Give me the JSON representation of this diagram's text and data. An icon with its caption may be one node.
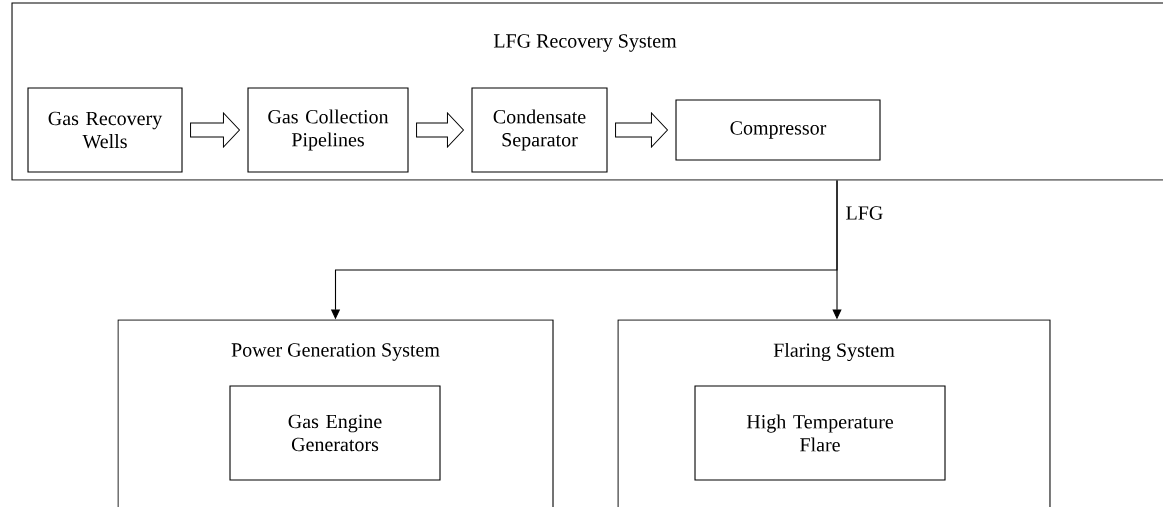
{
  "diagram": {
    "nodes": [
      {
        "text": [
          "LFG Recovery System"
        ]
      },
      {
        "text": [
          "Gas Recovery Wells"
        ],
        "in": 0
      },
      {
        "text": [
          "Gas Collection Pipelines"
        ],
        "in": 0
      },
      {
        "text": [
          "Condensate Separator"
        ],
        "in": 0
      },
      {
        "text": [
          "Compressor"
        ],
        "in": 0
      },
      {
        "text": [
          "Power Generation System"
        ]
      },
      {
        "text": [
          "Gas Engine Generators"
        ],
        "in": 5
      },
      {
        "text": [
          "Flaring System"
        ]
      },
      {
        "text": [
          "High Temperature Flare"
        ],
        "in": 7
      }
    ],
    "edges": [
      {
        "from": 1,
        "to": 2,
        "arrow": "to",
        "style": "thick"
      },
      {
        "from": 2,
        "to": 3,
        "arrow": "to",
        "style": "thick"
      },
      {
        "from": 3,
        "to": 4,
        "arrow": "to",
        "style": "thick"
      },
      {
        "from": 0,
        "to": 5,
        "arrow": "to"
      },
      {
        "from": 0,
        "to": 7,
        "arrow": "to",
        "label": "LFG"
      }
    ]
  }
}
